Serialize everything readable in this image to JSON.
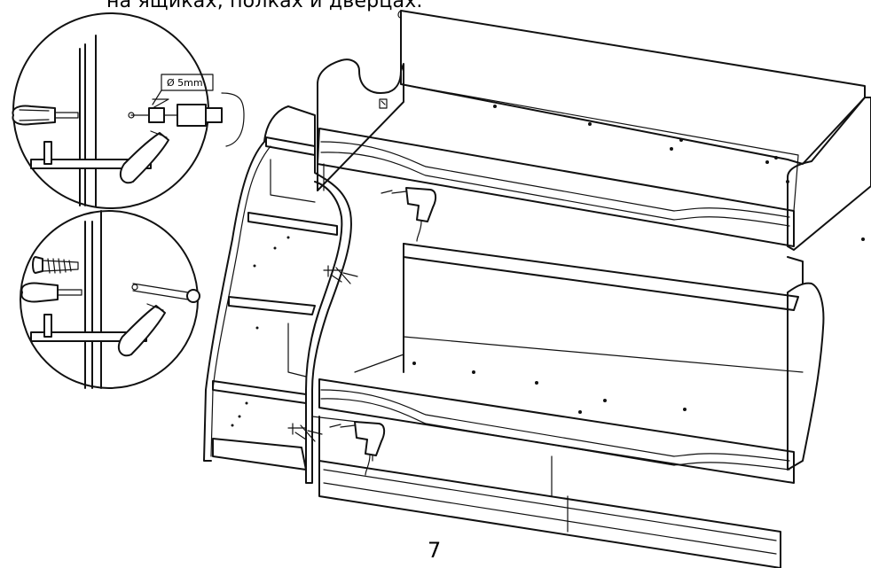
{
  "caption": "на ящиках, полках и дверцах.",
  "page_number": "7",
  "drill_bit_label": "Ø 5mm",
  "icons": [
    "hand-drill-icon",
    "clamp-icon",
    "screwdriver-icon",
    "confirmat-screw-icon",
    "electric-drill-icon"
  ]
}
